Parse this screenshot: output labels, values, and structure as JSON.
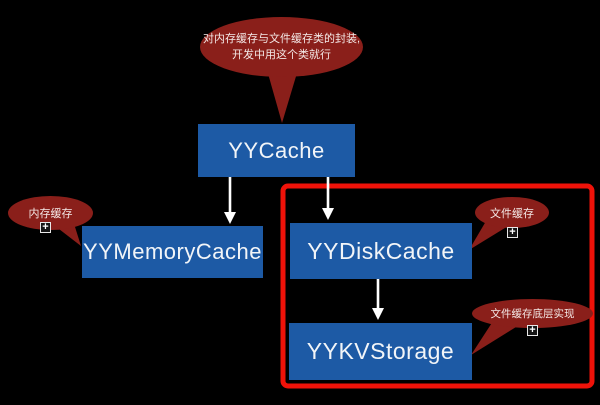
{
  "colors": {
    "background": "#000000",
    "node_fill": "#1d5aa5",
    "node_text": "#f2f5f8",
    "bubble_fill": "#8a1f1a",
    "bubble_text": "#f4e9e7",
    "highlight_stroke": "#ef1209",
    "arrow": "#ffffff"
  },
  "nodes": {
    "cache": "YYCache",
    "memory": "YYMemoryCache",
    "disk": "YYDiskCache",
    "kv": "YYKVStorage"
  },
  "callouts": {
    "top": {
      "line1": "对内存缓存与文件缓存类的封装,",
      "line2": "开发中用这个类就行"
    },
    "memory": "内存缓存",
    "disk": "文件缓存",
    "kv": "文件缓存底层实现"
  },
  "icons": {
    "expand": "+"
  }
}
